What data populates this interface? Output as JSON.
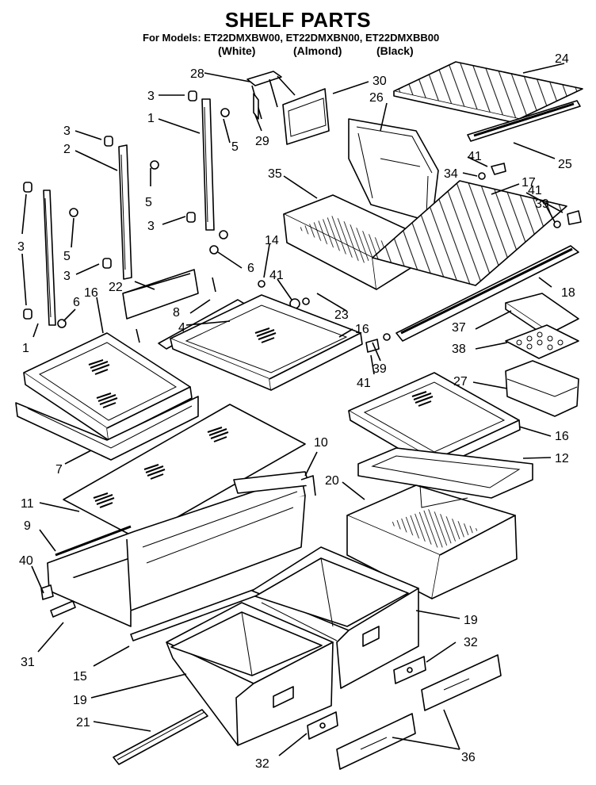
{
  "header": {
    "title": "SHELF PARTS",
    "models_line": "For Models: ET22DMXBW00, ET22DMXBN00, ET22DMXBB00",
    "colors": [
      "(White)",
      "(Almond)",
      "(Black)"
    ]
  },
  "callouts": [
    "28",
    "30",
    "3",
    "1",
    "24",
    "26",
    "5",
    "29",
    "3",
    "2",
    "25",
    "41",
    "35",
    "34",
    "17",
    "41",
    "5",
    "39",
    "3",
    "3",
    "14",
    "6",
    "41",
    "5",
    "18",
    "22",
    "3",
    "8",
    "23",
    "37",
    "6",
    "16",
    "4",
    "16",
    "38",
    "1",
    "39",
    "41",
    "27",
    "16",
    "7",
    "10",
    "12",
    "20",
    "11",
    "9",
    "40",
    "19",
    "31",
    "15",
    "32",
    "19",
    "21",
    "36",
    "32"
  ]
}
